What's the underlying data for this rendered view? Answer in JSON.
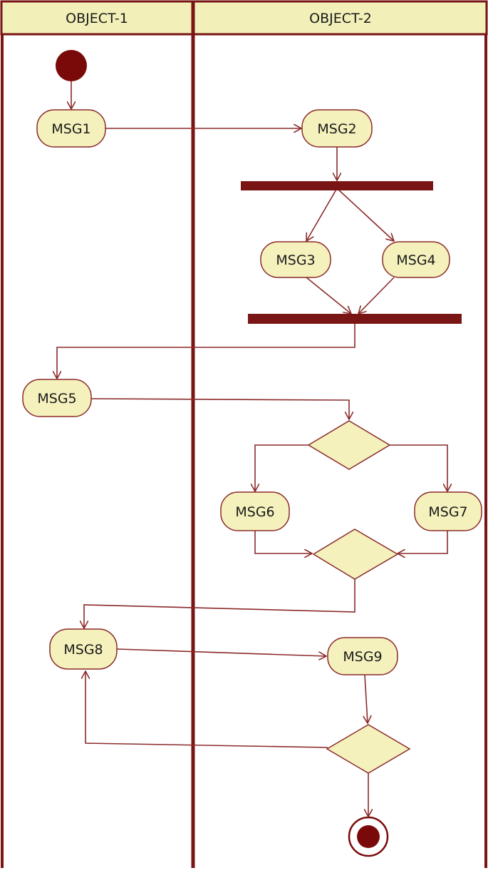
{
  "swimlanes": [
    {
      "id": "object-1",
      "title": "OBJECT-1"
    },
    {
      "id": "object-2",
      "title": "OBJECT-2"
    }
  ],
  "nodes": {
    "msg1": {
      "label": "MSG1"
    },
    "msg2": {
      "label": "MSG2"
    },
    "msg3": {
      "label": "MSG3"
    },
    "msg4": {
      "label": "MSG4"
    },
    "msg5": {
      "label": "MSG5"
    },
    "msg6": {
      "label": "MSG6"
    },
    "msg7": {
      "label": "MSG7"
    },
    "msg8": {
      "label": "MSG8"
    },
    "msg9": {
      "label": "MSG9"
    }
  },
  "colors": {
    "border": "#7a1515",
    "header_fill": "#f2f0b8",
    "node_fill": "#f4f1bd",
    "initial_fill": "#7a0a0a",
    "line": "#8b2a2a"
  }
}
